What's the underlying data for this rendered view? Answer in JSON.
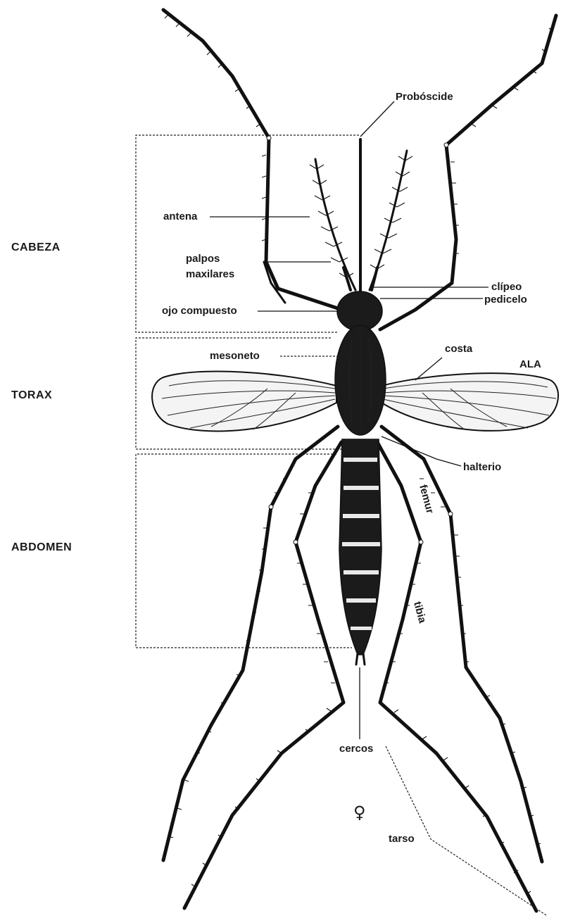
{
  "regions": {
    "head": "CABEZA",
    "thorax": "TORAX",
    "abdomen": "ABDOMEN"
  },
  "labels": {
    "proboscis": "Probóscide",
    "antenna": "antena",
    "palps_line1": "palpos",
    "palps_line2": "maxilares",
    "clypeus": "clípeo",
    "pedicel": "pedicelo",
    "compound_eye": "ojo compuesto",
    "mesonotum": "mesoneto",
    "costa": "costa",
    "wing": "ALA",
    "haltere": "halterio",
    "femur": "femur",
    "tibia": "tibia",
    "cerci": "cercos",
    "tarsus": "tarso",
    "female_symbol": "♀"
  }
}
